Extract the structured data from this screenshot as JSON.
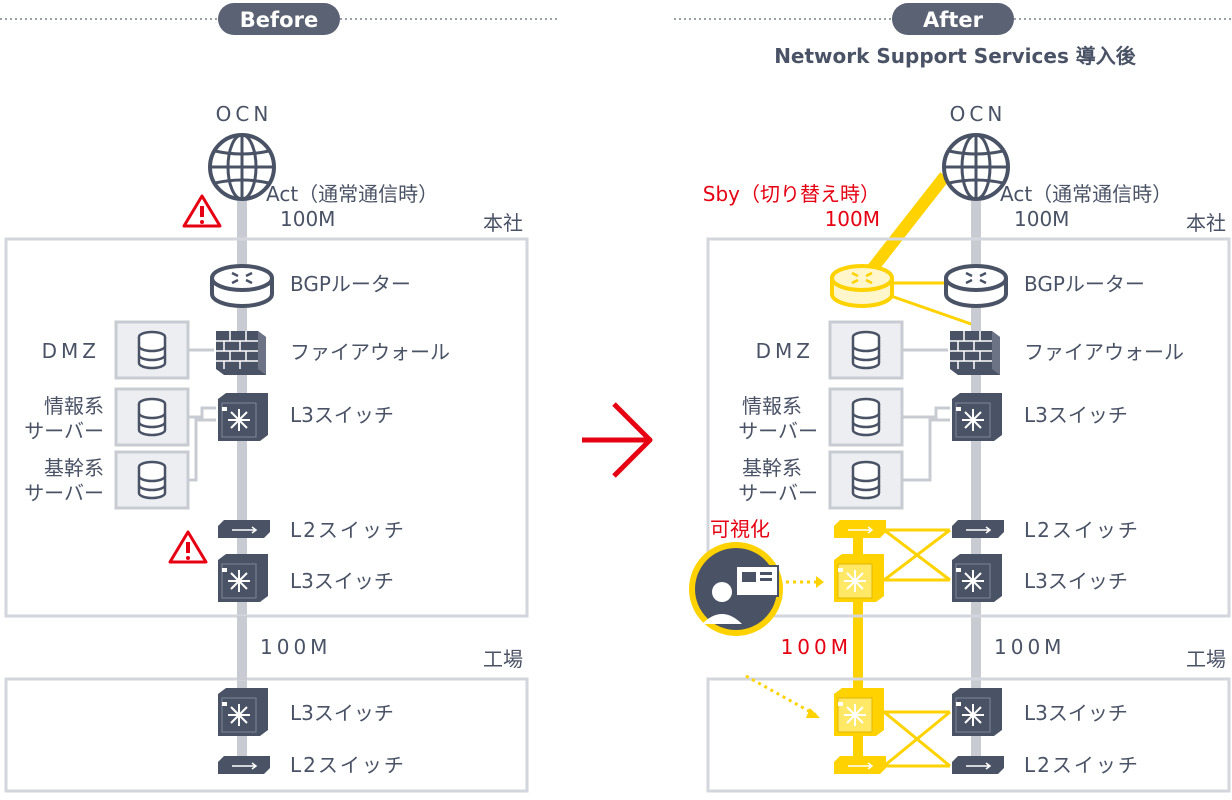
{
  "before": {
    "badge": "Before",
    "ocn": "OCN",
    "act_label": "Act（通常通信時）",
    "act_speed": "100M",
    "hq": "本社",
    "router": "BGPルーター",
    "dmz": "DMZ",
    "firewall": "ファイアウォール",
    "info_server_1": "情報系",
    "info_server_2": "サーバー",
    "l3_switch": "L3スイッチ",
    "core_server_1": "基幹系",
    "core_server_2": "サーバー",
    "l2_switch": "L2スイッチ",
    "l3_switch_2": "L3スイッチ",
    "link_speed": "100M",
    "factory": "工場",
    "factory_l3": "L3スイッチ",
    "factory_l2": "L2スイッチ"
  },
  "after": {
    "badge": "After",
    "subtitle": "Network Support Services 導入後",
    "ocn": "OCN",
    "sby_label": "Sby（切り替え時）",
    "sby_speed": "100M",
    "act_label": "Act（通常通信時）",
    "act_speed": "100M",
    "hq": "本社",
    "router": "BGPルーター",
    "dmz": "DMZ",
    "firewall": "ファイアウォール",
    "info_server_1": "情報系",
    "info_server_2": "サーバー",
    "l3_switch": "L3スイッチ",
    "core_server_1": "基幹系",
    "core_server_2": "サーバー",
    "visualization": "可視化",
    "l2_switch": "L2スイッチ",
    "l3_switch_2": "L3スイッチ",
    "sby_link_speed": "100M",
    "link_speed": "100M",
    "factory": "工場",
    "factory_l3": "L3スイッチ",
    "factory_l2": "L2スイッチ"
  },
  "colors": {
    "dark": "#4a5366",
    "grey_line": "#c8ccd2",
    "box_border": "#d3d6dc",
    "yellow": "#ffd200",
    "red": "#e60012",
    "badge": "#5b6273"
  }
}
